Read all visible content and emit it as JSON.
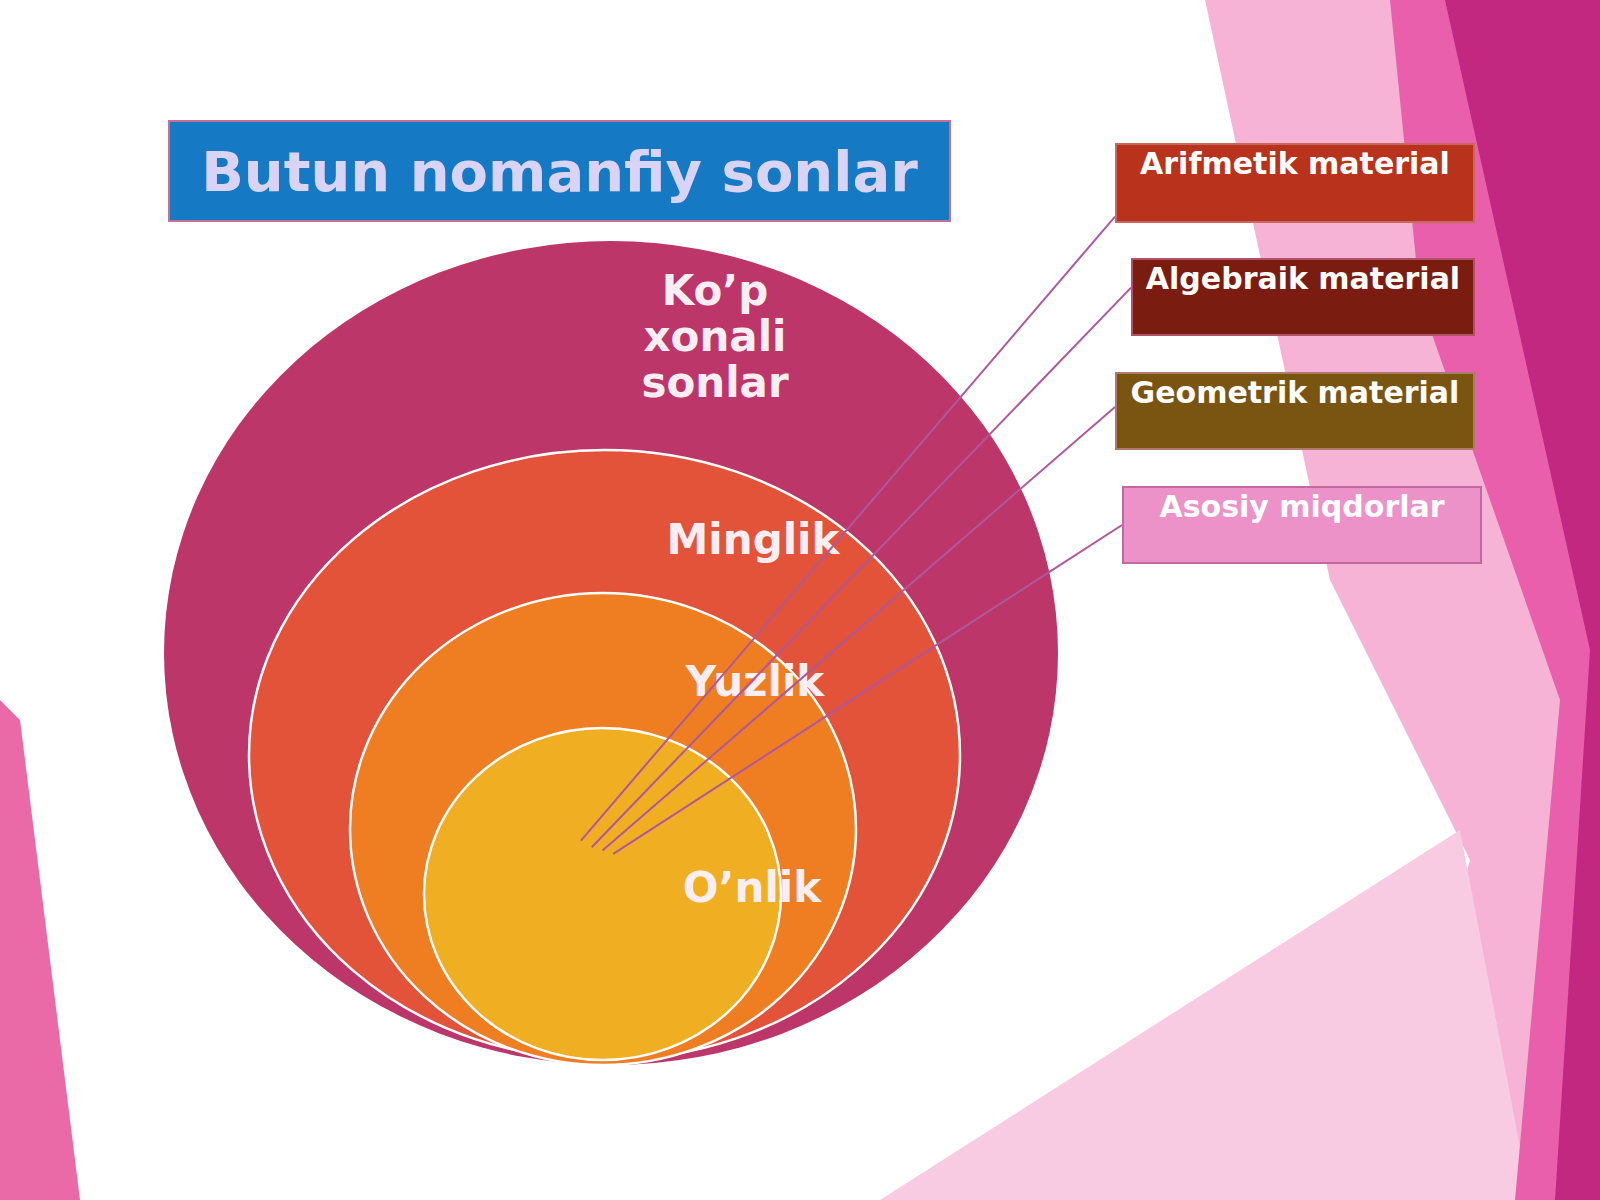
{
  "diagram": {
    "title": "Butun nomanfiy sonlar",
    "nodes": [
      {
        "text": [
          "Ko’p xonali sonlar"
        ]
      },
      {
        "text": [
          "Minglik"
        ],
        "in": 0
      },
      {
        "text": [
          "Yuzlik"
        ],
        "in": 1
      },
      {
        "text": [
          "O’nlik"
        ],
        "in": 2
      },
      {
        "text": [
          "Arifmetik material"
        ]
      },
      {
        "text": [
          "Algebraik material"
        ]
      },
      {
        "text": [
          "Geometrik material"
        ]
      },
      {
        "text": [
          "Asosiy miqdorlar"
        ]
      }
    ],
    "edges": [
      {
        "from": 4,
        "to": 3,
        "arrow": "none"
      },
      {
        "from": 5,
        "to": 3,
        "arrow": "none"
      },
      {
        "from": 6,
        "to": 3,
        "arrow": "none"
      },
      {
        "from": 7,
        "to": 3,
        "arrow": "none"
      }
    ]
  }
}
